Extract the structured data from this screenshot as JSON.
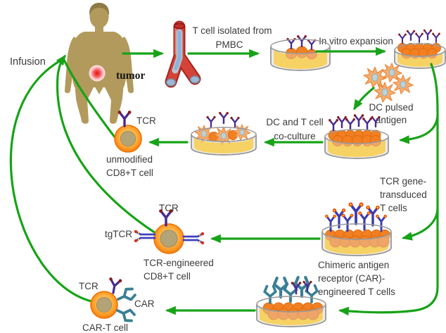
{
  "diagram": {
    "patient": {
      "infusion": "Infusion",
      "tumor": "tumor"
    },
    "isolation": {
      "line1": "T cell isolated from",
      "line2": "PMBC"
    },
    "expansion": {
      "label": "In vitro expansion"
    },
    "dc_pulse": {
      "line1": "DC pulsed",
      "line2": "antigen"
    },
    "coculture": {
      "line1": "DC and T cell",
      "line2": "co-culture"
    },
    "unmodified": {
      "tcr": "TCR",
      "line1": "unmodified",
      "line2": "CD8+T cell"
    },
    "tcr_transduced": {
      "line1": "TCR gene-",
      "line2": "transduced",
      "line3": "T cells"
    },
    "tcr_engineered": {
      "tgtcr": "tgTCR",
      "tcr": "TCR",
      "line1": "TCR-engineered",
      "line2": "CD8+T cell"
    },
    "car_engineered": {
      "line1": "Chimeric antigen",
      "line2": "receptor (CAR)-",
      "line3": "engineered T cells"
    },
    "car_t": {
      "tcr": "TCR",
      "car": "CAR",
      "label": "CAR-T cell"
    }
  },
  "colors": {
    "arrow_green": "#17a317",
    "text_dark": "#3b3b3b",
    "body_tan": "#b29a5c",
    "hair_brown": "#8d7a44",
    "tumor_red": "#e01212",
    "vessel_red": "#d44338",
    "vessel_dark": "#a82520",
    "lumen_blue": "#8cb4dc",
    "dish_liquid_yellow": "#fcc51d",
    "cell_orange": "#f28022",
    "cell_ring_orange": "#ef7100",
    "nucleus_khaki": "#b3a478",
    "tcr_purple": "#4a2b8f",
    "tcr_tip_red": "#8b1a1a",
    "tg_receptor_indigo": "#3b3bb0",
    "tg_tip_orange": "#e8420e",
    "car_teal": "#3a7f96",
    "dc_cell_orange": "#f6ad6d",
    "dc_nucleus_gray": "#bdd2d8"
  }
}
